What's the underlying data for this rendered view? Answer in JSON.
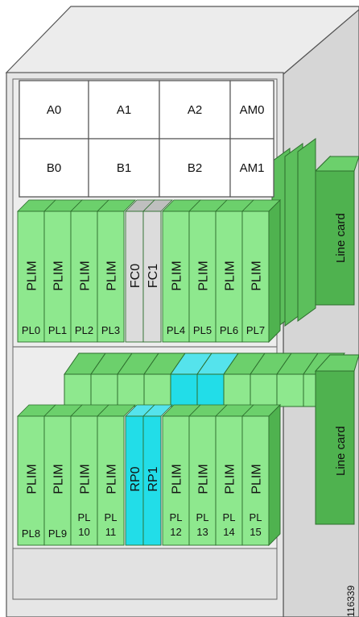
{
  "air_modules_top": [
    "A0",
    "A1",
    "A2",
    "AM0"
  ],
  "air_modules_bottom": [
    "B0",
    "B1",
    "B2",
    "AM1"
  ],
  "upper_slots": [
    {
      "label": "PLIM",
      "slot": "PL0"
    },
    {
      "label": "PLIM",
      "slot": "PL1"
    },
    {
      "label": "PLIM",
      "slot": "PL2"
    },
    {
      "label": "PLIM",
      "slot": "PL3"
    },
    {
      "label": "FC0",
      "slot": ""
    },
    {
      "label": "FC1",
      "slot": ""
    },
    {
      "label": "PLIM",
      "slot": "PL4"
    },
    {
      "label": "PLIM",
      "slot": "PL5"
    },
    {
      "label": "PLIM",
      "slot": "PL6"
    },
    {
      "label": "PLIM",
      "slot": "PL7"
    }
  ],
  "lower_slots": [
    {
      "label": "PLIM",
      "slot": "PL8"
    },
    {
      "label": "PLIM",
      "slot": "PL9"
    },
    {
      "label": "PLIM",
      "slot": "PL 10"
    },
    {
      "label": "PLIM",
      "slot": "PL 11"
    },
    {
      "label": "RP0",
      "slot": ""
    },
    {
      "label": "RP1",
      "slot": ""
    },
    {
      "label": "PLIM",
      "slot": "PL 12"
    },
    {
      "label": "PLIM",
      "slot": "PL 13"
    },
    {
      "label": "PLIM",
      "slot": "PL 14"
    },
    {
      "label": "PLIM",
      "slot": "PL 15"
    }
  ],
  "upper_side_label": "Line card",
  "lower_side_label": "Line card",
  "figure_number": "116339",
  "colors": {
    "plim": "#8ee88e",
    "card_side": "#4fb24f",
    "card_top": "#6cd06c",
    "fabric": "#dcdcdc",
    "rp": "#22dde8",
    "chassis": "#e4e4e4",
    "chassis_side": "#cfcfcf"
  }
}
